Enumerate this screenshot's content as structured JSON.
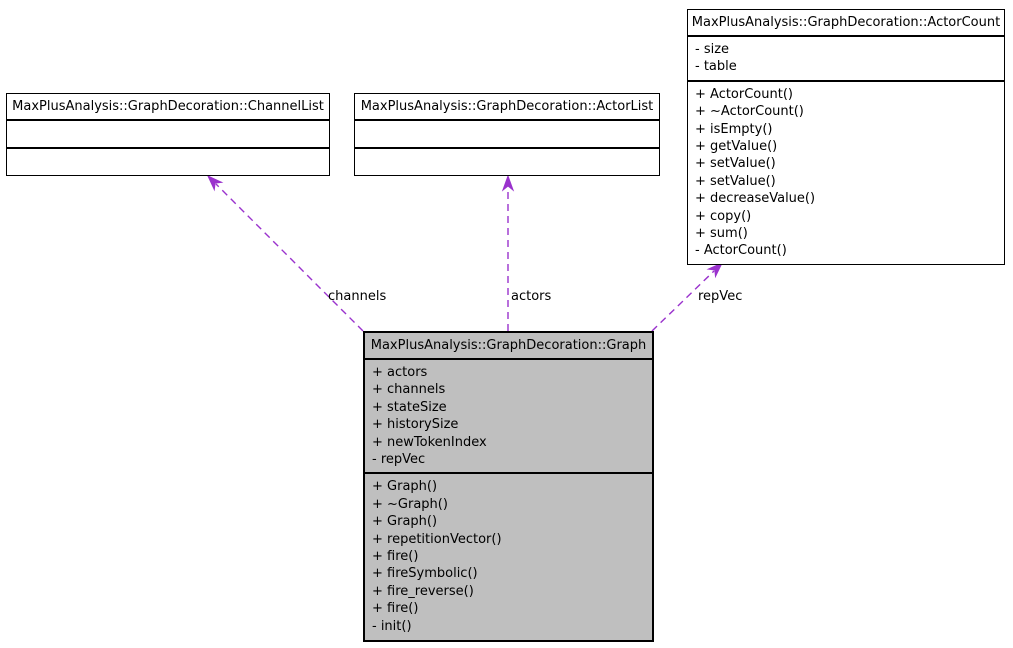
{
  "diagram": {
    "kind": "uml-collaboration-diagram",
    "colors": {
      "edge": "#9a32cd",
      "node_fill": "#ffffff",
      "focus_node_fill": "#bfbfbf",
      "border": "#000000",
      "background": "#ffffff"
    }
  },
  "classes": [
    {
      "id": "channellist",
      "title": "MaxPlusAnalysis::GraphDecoration::ChannelList",
      "attributes": [],
      "methods": []
    },
    {
      "id": "actorlist",
      "title": "MaxPlusAnalysis::GraphDecoration::ActorList",
      "attributes": [],
      "methods": []
    },
    {
      "id": "actorcount",
      "title": "MaxPlusAnalysis::GraphDecoration::ActorCount",
      "attributes": [
        "- size",
        "- table"
      ],
      "methods": [
        "+ ActorCount()",
        "+ ~ActorCount()",
        "+ isEmpty()",
        "+ getValue()",
        "+ setValue()",
        "+ setValue()",
        "+ decreaseValue()",
        "+ copy()",
        "+ sum()",
        "- ActorCount()"
      ]
    },
    {
      "id": "graph",
      "title": "MaxPlusAnalysis::GraphDecoration::Graph",
      "attributes": [
        "+ actors",
        "+ channels",
        "+ stateSize",
        "+ historySize",
        "+ newTokenIndex",
        "- repVec"
      ],
      "methods": [
        "+ Graph()",
        "+ ~Graph()",
        "+ Graph()",
        "+ repetitionVector()",
        "+ fire()",
        "+ fireSymbolic()",
        "+ fire_reverse()",
        "+ fire()",
        "- init()"
      ]
    }
  ],
  "edges": [
    {
      "label": "channels",
      "from": "graph",
      "to": "channellist",
      "style": "dashed"
    },
    {
      "label": "actors",
      "from": "graph",
      "to": "actorlist",
      "style": "dashed"
    },
    {
      "label": "repVec",
      "from": "graph",
      "to": "actorcount",
      "style": "dashed"
    }
  ]
}
